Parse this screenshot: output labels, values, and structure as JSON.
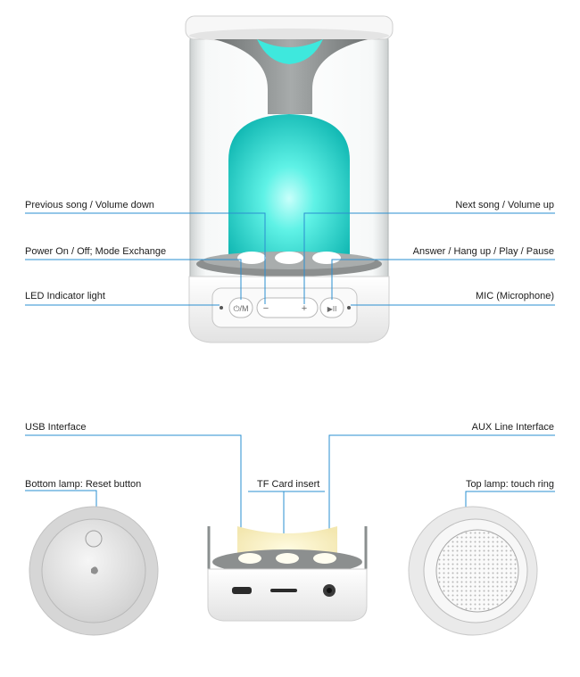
{
  "top_section": {
    "labels": {
      "previous_song": "Previous song / Volume down",
      "power": "Power On / Off; Mode Exchange",
      "led": "LED Indicator light",
      "next_song": "Next song / Volume up",
      "answer": "Answer / Hang up / Play / Pause",
      "mic": "MIC (Microphone)"
    },
    "button_glyphs": {
      "power_mode": "⏻/M",
      "minus": "−",
      "plus": "+",
      "play_pause": "▶II"
    }
  },
  "bottom_section": {
    "labels": {
      "usb": "USB Interface",
      "aux": "AUX Line Interface",
      "bottom_lamp": "Bottom lamp: Reset button",
      "tf_card": "TF Card insert",
      "top_lamp": "Top lamp: touch ring"
    }
  },
  "colors": {
    "callout_line": "#2a8fd0",
    "cyan_glow": "#3ee8dd",
    "body_white": "#f4f4f4",
    "shade_gray": "#8a8a8a"
  }
}
